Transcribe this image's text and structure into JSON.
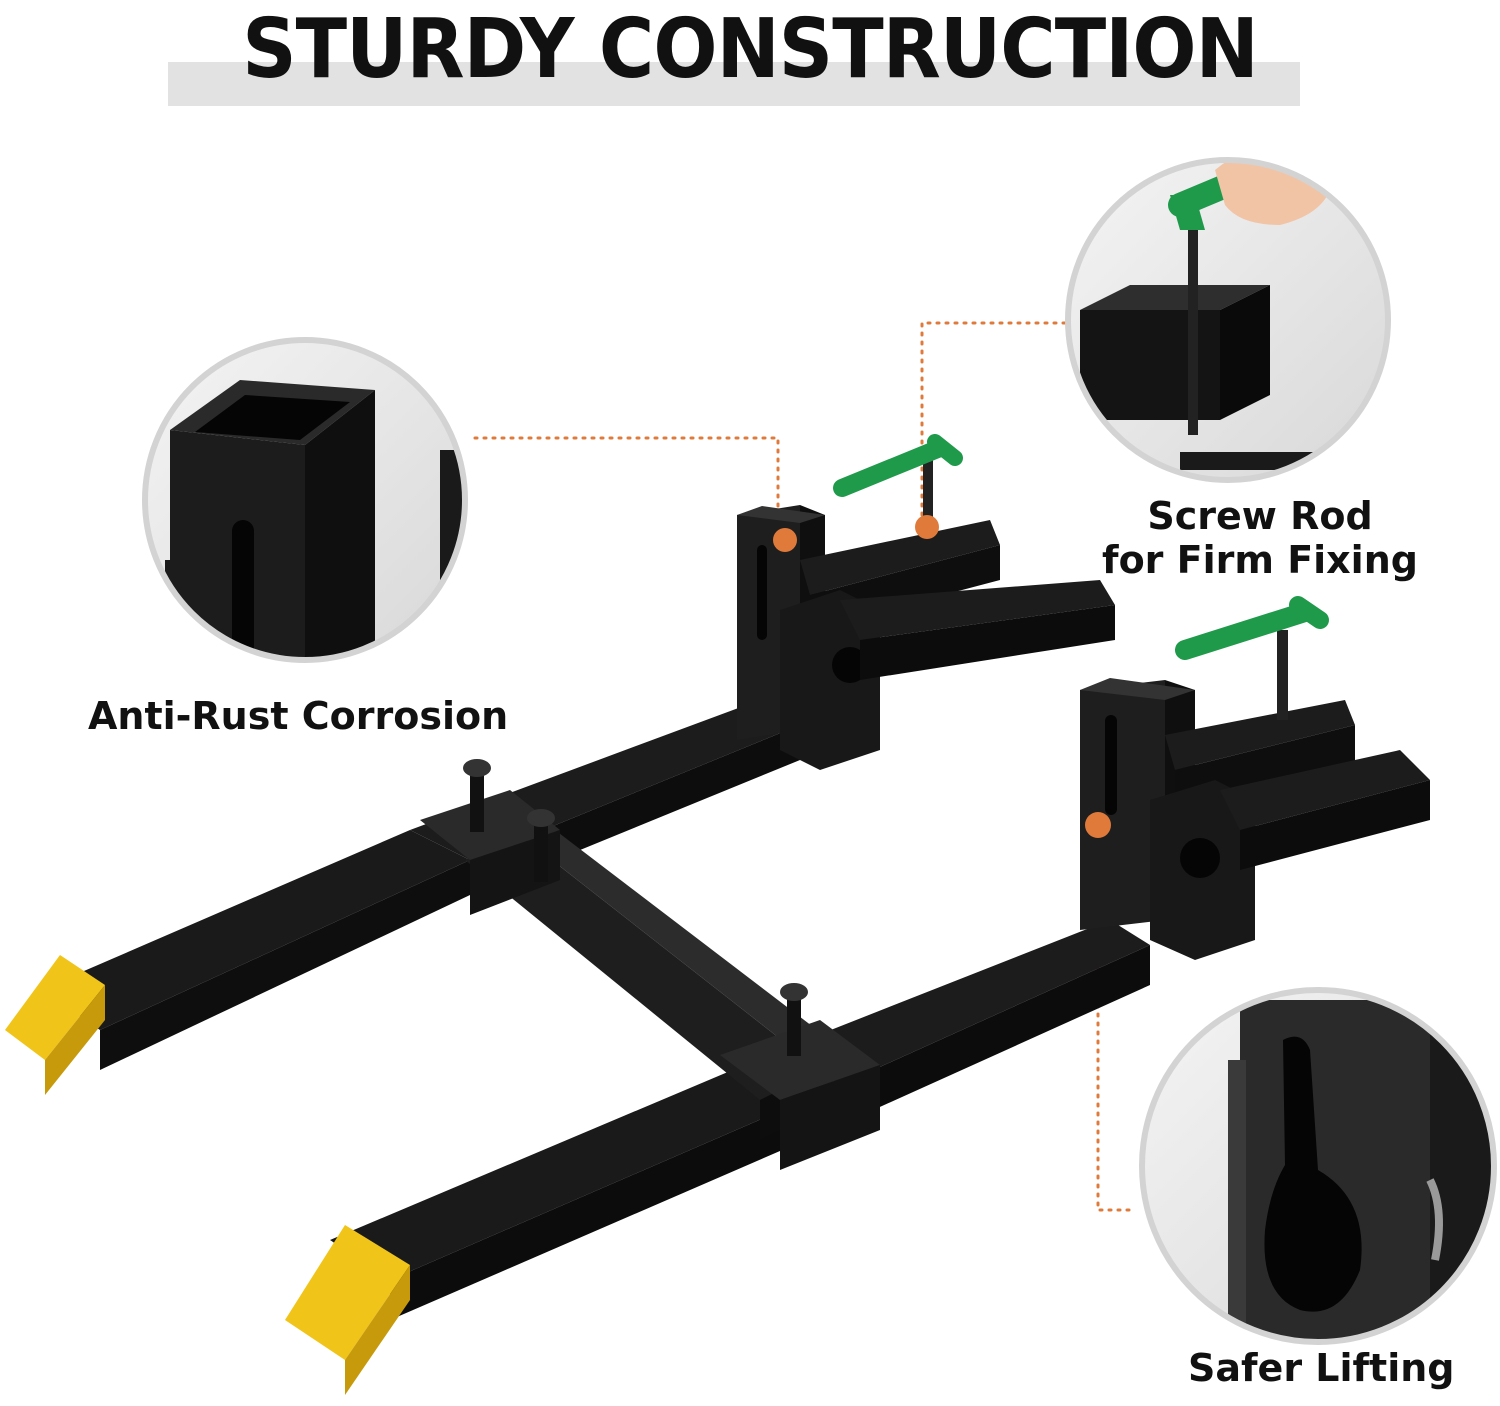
{
  "title": "STURDY CONSTRUCTION",
  "features": {
    "anti_rust": "Anti-Rust Corrosion",
    "screw_rod_line1": "Screw Rod",
    "screw_rod_line2": "for Firm Fixing",
    "safer_lifting": "Safer Lifting"
  },
  "colors": {
    "steel": "#141414",
    "steel_side": "#2a2a2a",
    "steel_top": "#3a3a3a",
    "fork_tip": "#f0c419",
    "handle": "#1f9a4a",
    "callout_dot": "#e07a3a",
    "title_bar": "#e2e2e2",
    "circle_border": "#cfcfcf"
  }
}
